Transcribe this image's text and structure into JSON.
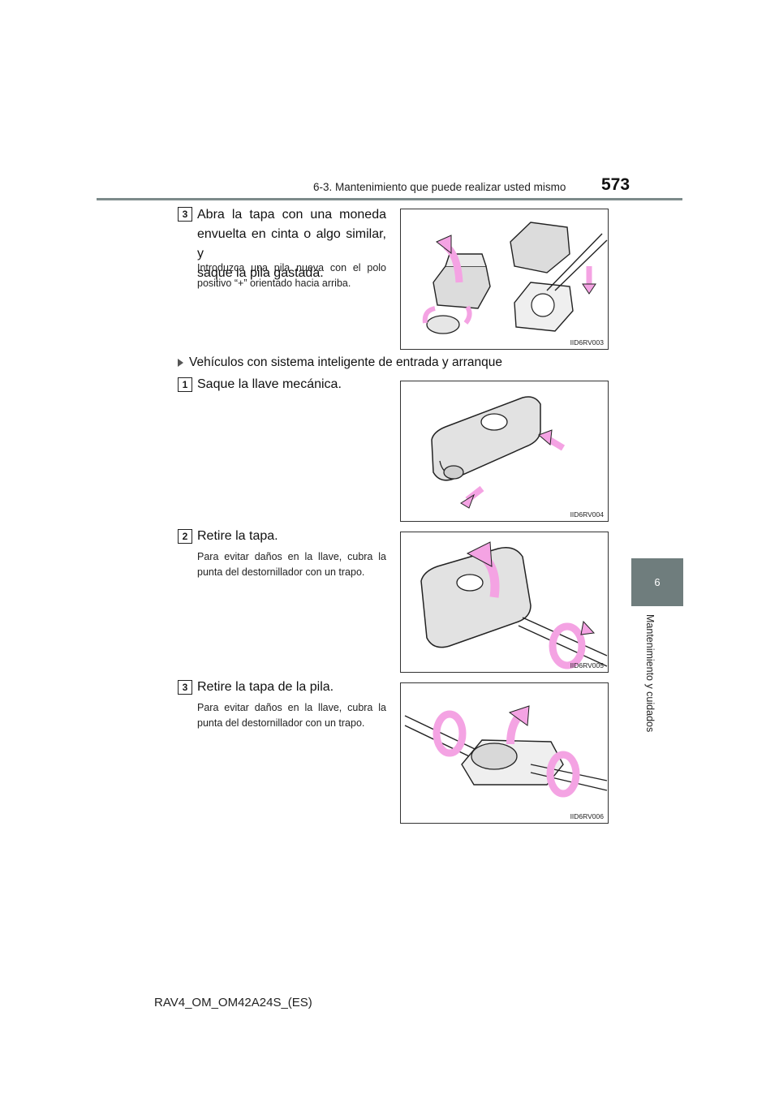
{
  "header": {
    "section": "6-3. Mantenimiento que puede realizar usted mismo",
    "page_number": "573"
  },
  "chapter_tab": {
    "number": "6",
    "label": "Mantenimiento y cuidados"
  },
  "footer": {
    "code": "RAV4_OM_OM42A24S_(ES)"
  },
  "steps": [
    {
      "number": "3",
      "title": "Abra la tapa con una moneda envuelta en cinta o algo similar, y saque la pila gastada.",
      "title_lines": [
        "Abra la tapa con una moneda",
        "envuelta en cinta o algo similar, y",
        "saque la pila gastada."
      ],
      "note_lines": [
        "Introduzca una pila nueva con el polo",
        "positivo “+” orientado hacia arriba."
      ],
      "figure_code": "IID6RV003"
    },
    {
      "number": "1",
      "title": "Saque la llave mecánica.",
      "figure_code": "IID6RV004"
    },
    {
      "number": "2",
      "title": "Retire la tapa.",
      "note_lines": [
        "Para evitar daños en la llave, cubra la",
        "punta del destornillador con un trapo."
      ],
      "figure_code": "IID6RV005"
    },
    {
      "number": "3",
      "title": "Retire la tapa de la pila.",
      "note_lines": [
        "Para evitar daños en la llave, cubra la",
        "punta del destornillador con un trapo."
      ],
      "figure_code": "IID6RV006"
    }
  ],
  "condition": {
    "text": "Vehículos con sistema inteligente de entrada y arranque"
  },
  "colors": {
    "accent_gray": "#6f7d7d",
    "arrow_pink": "#f4a3e3"
  }
}
